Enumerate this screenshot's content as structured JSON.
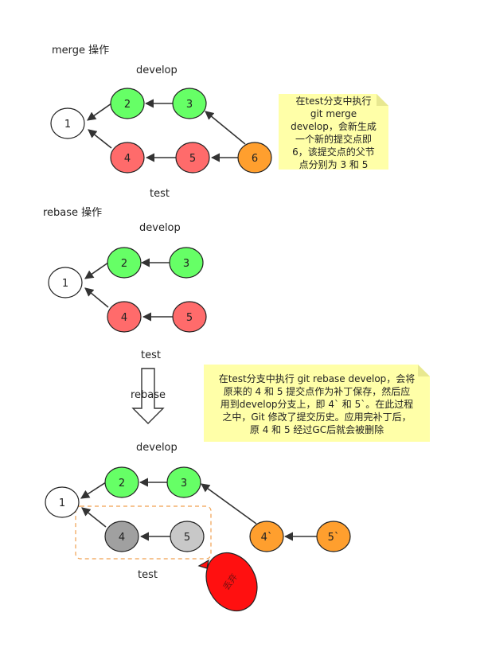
{
  "colors": {
    "green": "#66ff66",
    "red": "#ff6b6b",
    "orange": "#ff9f2e",
    "white": "#ffffff",
    "dark_gray": "#a0a0a0",
    "light_gray": "#c8c8c8",
    "note_bg": "#ffffa8",
    "note_fold": "#e8e890",
    "discard_blob": "#ff1010"
  },
  "merge_section": {
    "title": "merge 操作",
    "develop_label": "develop",
    "test_label": "test",
    "nodes": {
      "n1": "1",
      "n2": "2",
      "n3": "3",
      "n4": "4",
      "n5": "5",
      "n6": "6"
    },
    "note_lines": [
      "在test分支中执行",
      "git merge",
      "develop，会新生成",
      "一个新的提交点即",
      "6，该提交点的父节",
      "点分别为 3 和 5"
    ]
  },
  "rebase_section": {
    "title": "rebase 操作",
    "develop_label": "develop",
    "test_label": "test",
    "nodes": {
      "n1": "1",
      "n2": "2",
      "n3": "3",
      "n4": "4",
      "n5": "5"
    },
    "arrow_label": "rebase"
  },
  "rebase_result": {
    "develop_label": "develop",
    "test_label": "test",
    "nodes": {
      "n1": "1",
      "n2": "2",
      "n3": "3",
      "n4": "4",
      "n5": "5",
      "n4p": "4`",
      "n5p": "5`"
    },
    "discard_label": "丢弃",
    "note_lines": [
      "在test分支中执行 git rebase develop，会将",
      "原来的 4 和 5 提交点作为补丁保存，然后应",
      "用到develop分支上，即 4` 和 5`。在此过程",
      "之中，Git 修改了提交历史。应用完补丁后，",
      "原 4 和 5 经过GC后就会被删除"
    ]
  }
}
